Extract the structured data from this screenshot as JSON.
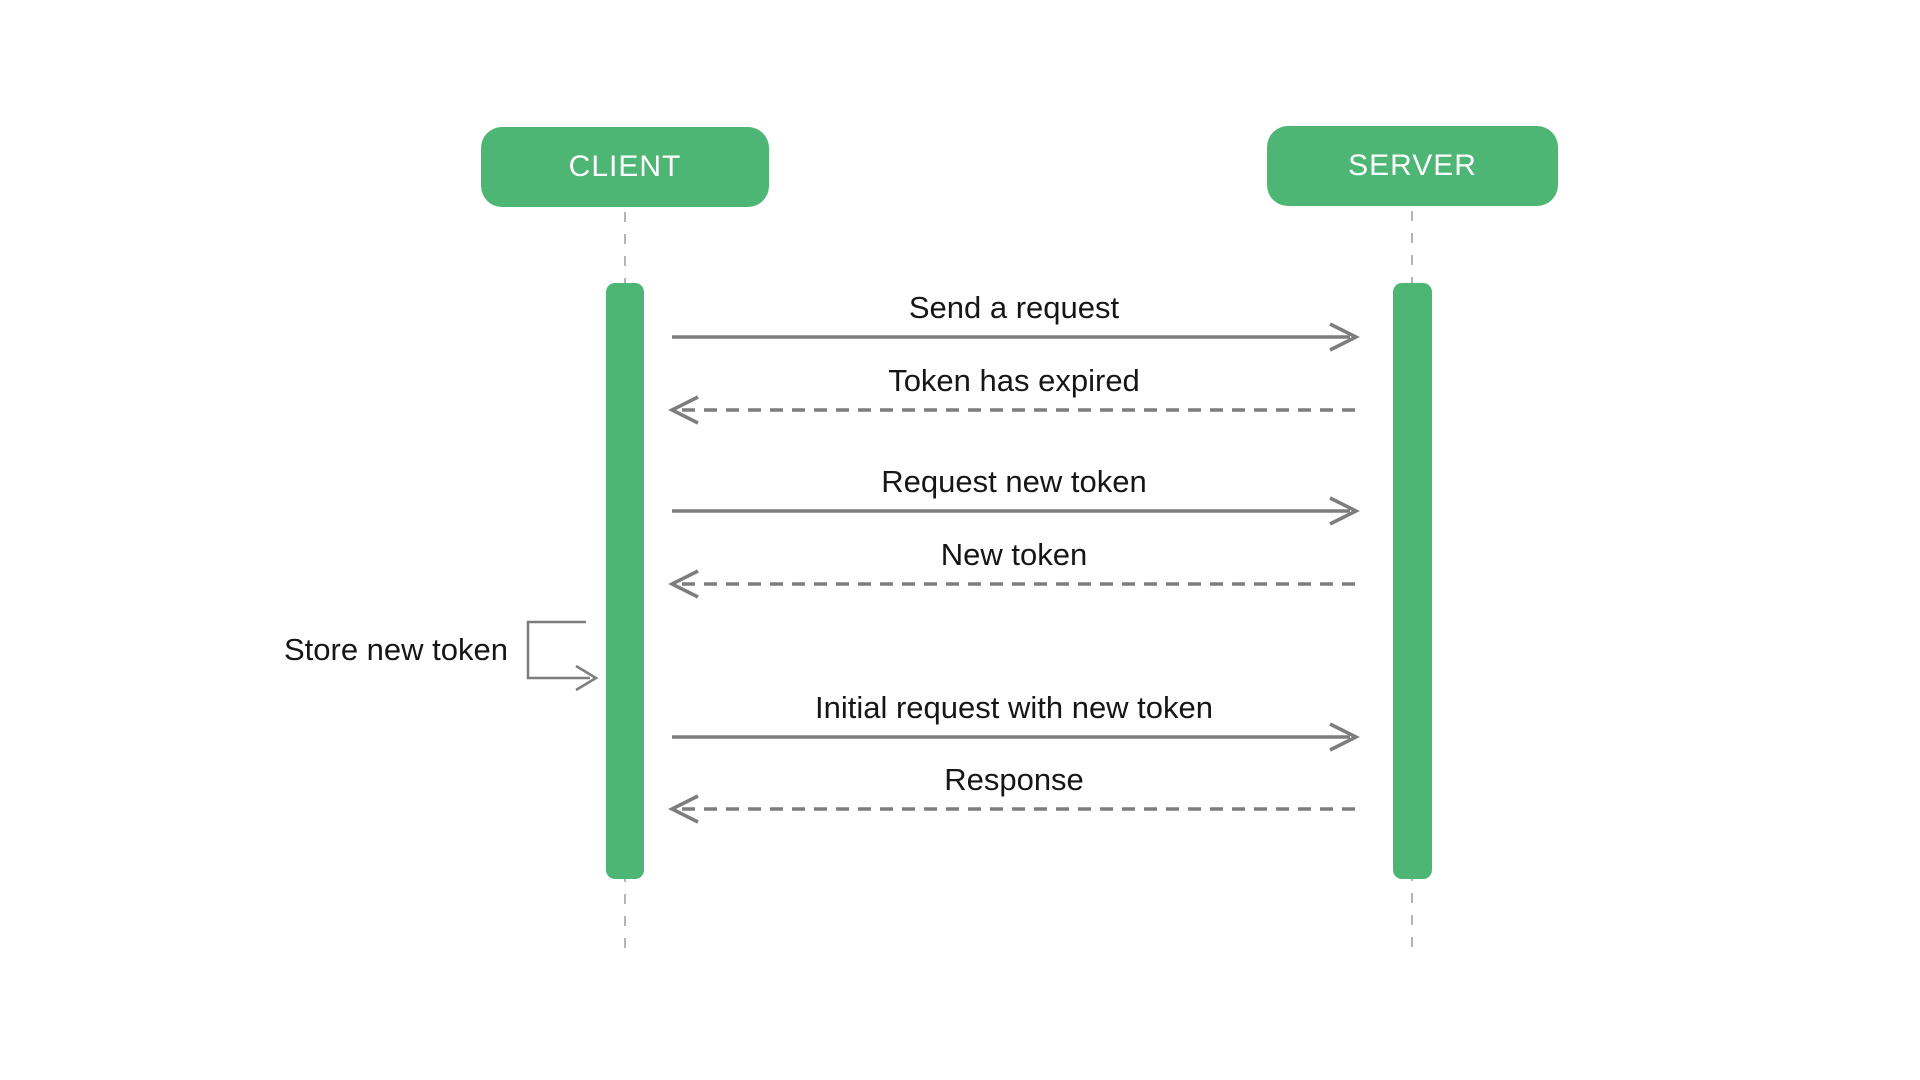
{
  "diagram": {
    "type": "sequence-diagram",
    "colors": {
      "accent_green": "#4db674",
      "arrow_gray": "#7d7d7d",
      "lifeline_gray": "#b3b3b3",
      "label_text": "#161616",
      "actor_text": "#ffffff",
      "background": "#ffffff"
    },
    "actors": [
      {
        "id": "client",
        "label": "CLIENT"
      },
      {
        "id": "server",
        "label": "SERVER"
      }
    ],
    "messages": [
      {
        "label": "Send a request",
        "from": "client",
        "to": "server",
        "style": "solid",
        "direction": "right"
      },
      {
        "label": "Token has expired",
        "from": "server",
        "to": "client",
        "style": "dashed",
        "direction": "left"
      },
      {
        "label": "Request new token",
        "from": "client",
        "to": "server",
        "style": "solid",
        "direction": "right"
      },
      {
        "label": "New token",
        "from": "server",
        "to": "client",
        "style": "dashed",
        "direction": "left"
      },
      {
        "label": "Initial request with new token",
        "from": "client",
        "to": "server",
        "style": "solid",
        "direction": "right"
      },
      {
        "label": "Response",
        "from": "server",
        "to": "client",
        "style": "dashed",
        "direction": "left"
      }
    ],
    "self_message": {
      "label": "Store new token",
      "actor": "client",
      "style": "self-loop"
    }
  }
}
